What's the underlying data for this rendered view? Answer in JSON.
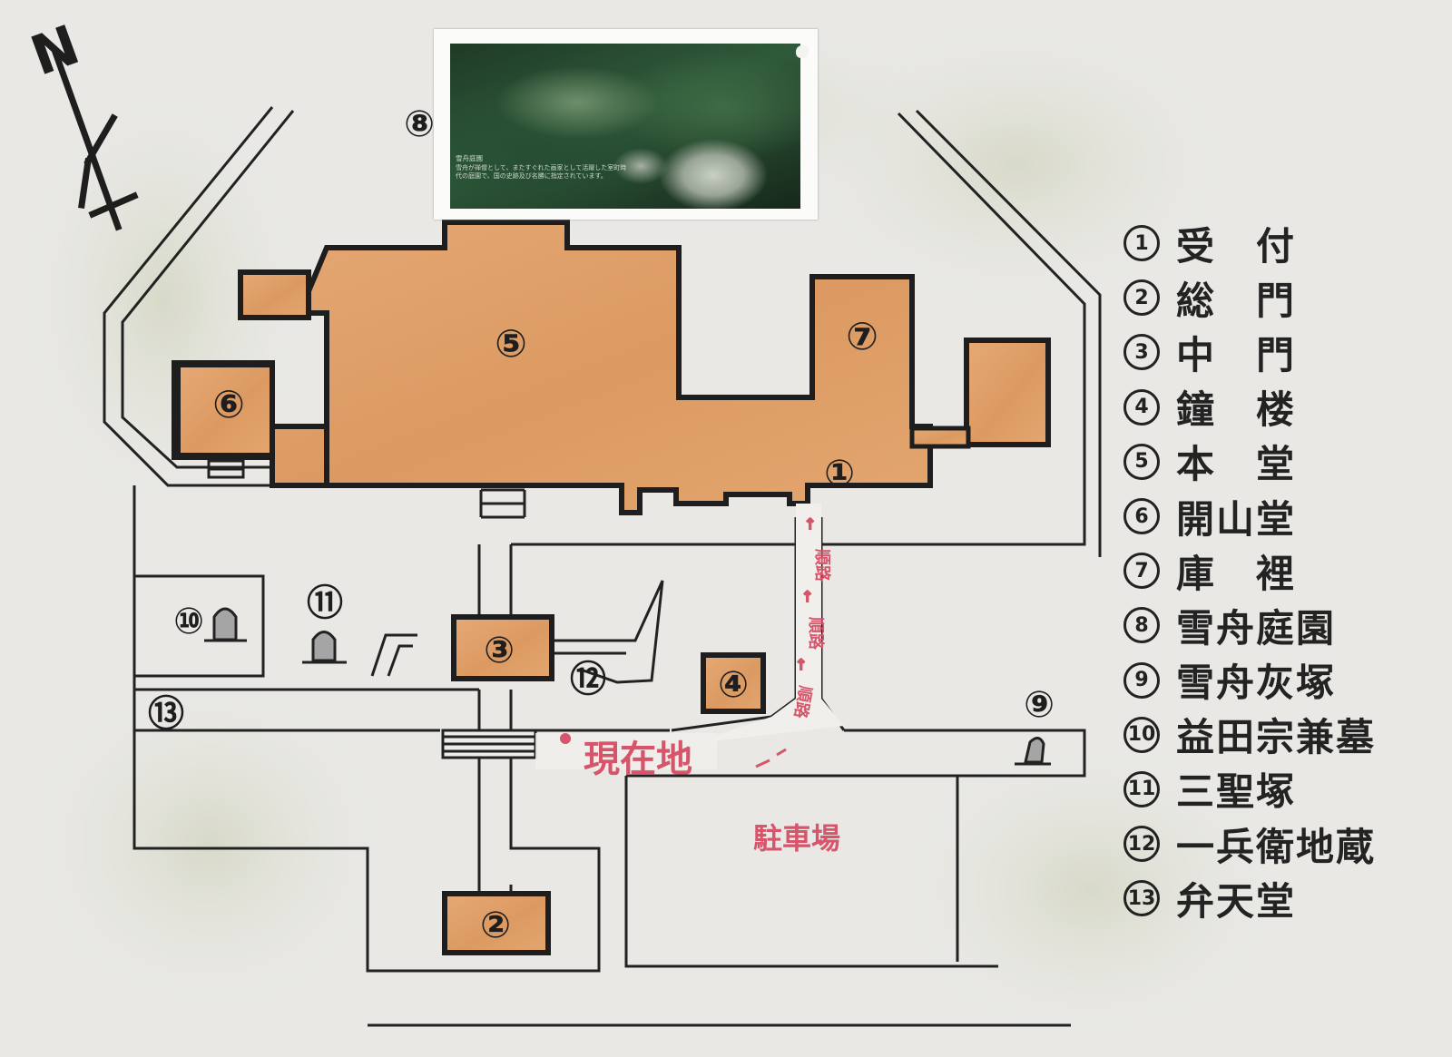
{
  "compass": {
    "label": "N"
  },
  "photo": {
    "caption_title": "雪舟庭園",
    "caption_text": "雪舟が禅僧として、またすぐれた画家として活躍した室町時代の庭園で、国の史跡及び名勝に指定されています。",
    "marker": "⑧"
  },
  "building_markers": {
    "reception": "①",
    "main_gate": "②",
    "middle_gate": "③",
    "bell_tower": "④",
    "main_hall": "⑤",
    "founders_hall": "⑥",
    "kuri": "⑦",
    "sesshu_ashes": "⑨",
    "masuda_grave": "⑩",
    "sansei_mound": "⑪",
    "ippei_jizo": "⑫",
    "benten_hall": "⑬"
  },
  "route": {
    "label_1": "順路",
    "label_2": "順路",
    "label_3": "順路"
  },
  "current_location": {
    "label": "現在地"
  },
  "parking": {
    "label": "駐車場"
  },
  "legend": [
    {
      "num": "①",
      "name": "受　付"
    },
    {
      "num": "②",
      "name": "総　門"
    },
    {
      "num": "③",
      "name": "中　門"
    },
    {
      "num": "④",
      "name": "鐘　楼"
    },
    {
      "num": "⑤",
      "name": "本　堂"
    },
    {
      "num": "⑥",
      "name": "開山堂"
    },
    {
      "num": "⑦",
      "name": "庫　裡"
    },
    {
      "num": "⑧",
      "name": "雪舟庭園"
    },
    {
      "num": "⑨",
      "name": "雪舟灰塚"
    },
    {
      "num": "⑩",
      "name": "益田宗兼墓"
    },
    {
      "num": "⑪",
      "name": "三聖塚"
    },
    {
      "num": "⑫",
      "name": "一兵衛地蔵"
    },
    {
      "num": "⑬",
      "name": "弁天堂"
    }
  ],
  "colors": {
    "building_fill": "#e0a16b",
    "outline": "#1e1e1e",
    "path": "#f0efec",
    "accent_red": "#d6556a",
    "background": "#e9e8e5"
  }
}
